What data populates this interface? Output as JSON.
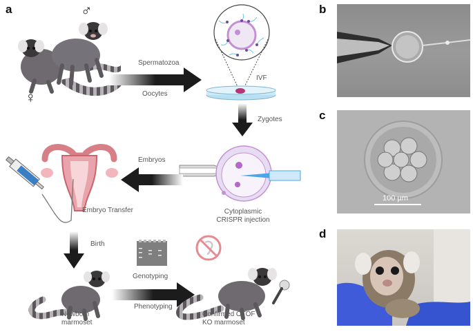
{
  "panels": {
    "a": "a",
    "b": "b",
    "c": "c",
    "d": "d"
  },
  "symbols": {
    "male": "♂",
    "female": "♀"
  },
  "labels": {
    "spermatozoa": "Spermatozoa",
    "oocytes": "Oocytes",
    "ivf": "IVF",
    "zygotes": "Zygotes",
    "embryos": "Embryos",
    "embryo_transfer": "Embryo Transfer",
    "cytoplasmic_line1": "Cytoplasmic",
    "cytoplasmic_line2": "CRISPR  injection",
    "birth": "Birth",
    "genotyping": "Genotyping",
    "phenotyping": "Phenotyping",
    "newborn_line1": "Newborn",
    "newborn_line2": "marmoset",
    "confirmed_line1": "Confirmed OTOF",
    "confirmed_line2": "KO marmoset"
  },
  "scale_bar": {
    "label": "100 µm"
  },
  "colors": {
    "marmoset_body": "#6e6a6f",
    "marmoset_tail_dark": "#5b575c",
    "marmoset_tail_light": "#b7b3b6",
    "uterus": "#d77f86",
    "pink": "#f2b6bc",
    "arrow": "#1c1c1c",
    "pipette_blue": "#4aa6e8",
    "cell_purple": "#c58fd6",
    "dish_blue": "#b9e0f2",
    "micro_gray": "#9c9c9c",
    "photo_glove": "#3f5bd9"
  },
  "icons": [
    "male-symbol-icon",
    "female-symbol-icon",
    "syringe-icon",
    "uterus-icon",
    "dish-icon",
    "zygote-icon",
    "gel-icon",
    "no-sound-icon",
    "microphone-icon",
    "pipette-icon",
    "needle-icon"
  ]
}
